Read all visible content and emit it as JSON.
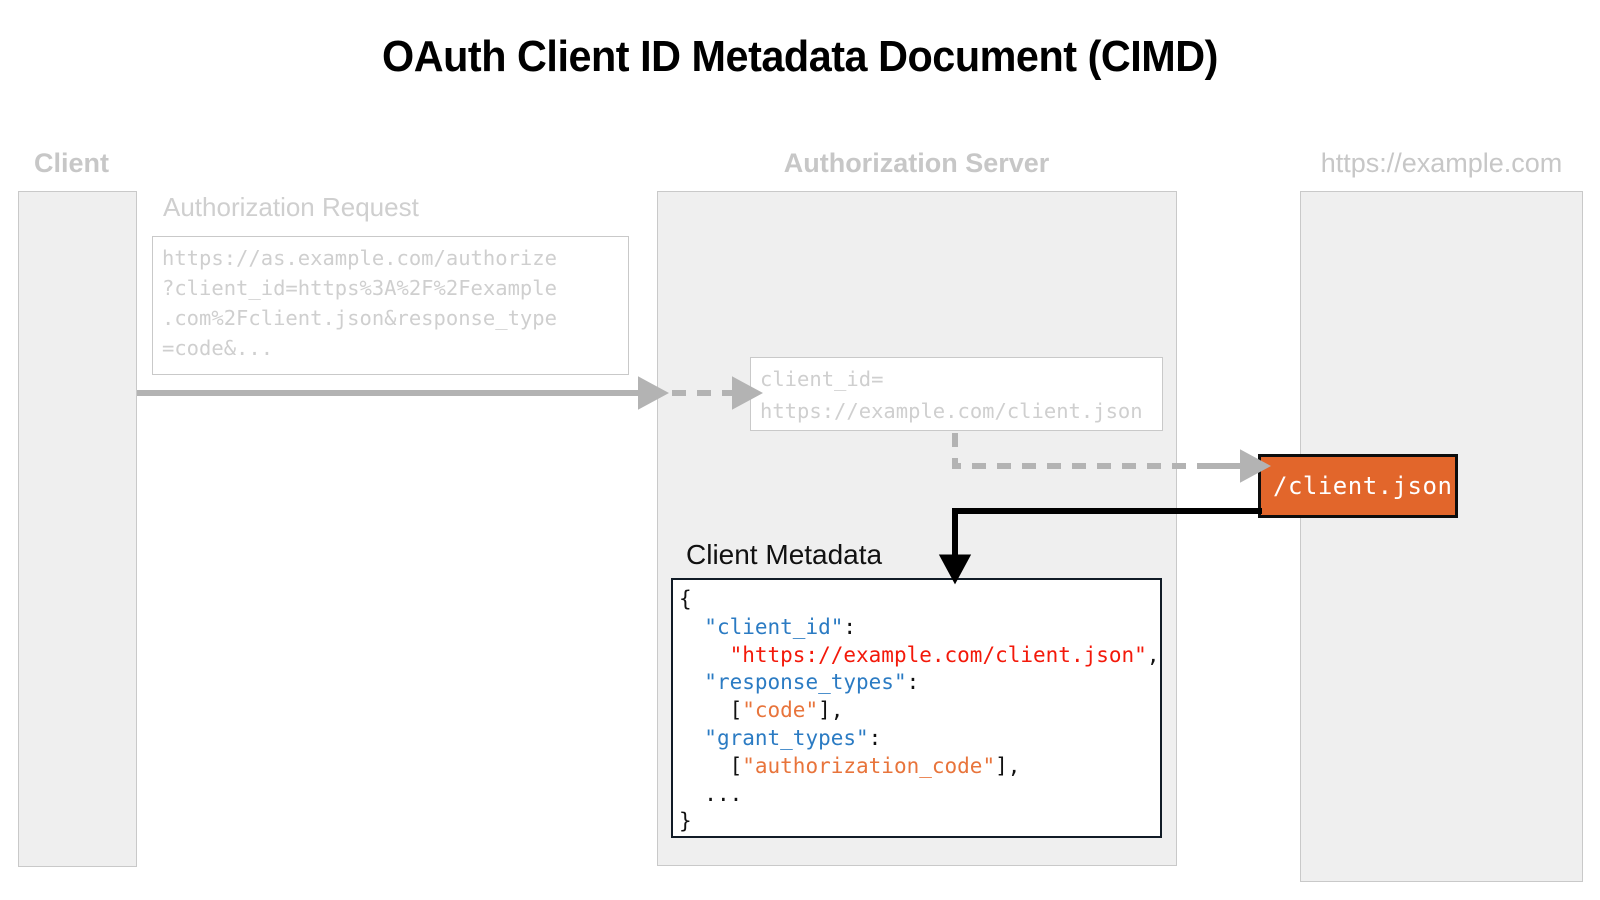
{
  "title": "OAuth Client ID Metadata Document (CIMD)",
  "lanes": {
    "client": {
      "header": "Client"
    },
    "authorization_server": {
      "header": "Authorization Server"
    },
    "website": {
      "header": "https://example.com"
    }
  },
  "authorization_request": {
    "label": "Authorization Request",
    "url_lines": "https://as.example.com/authorize\n?client_id=https%3A%2F%2Fexample\n.com%2Fclient.json&response_type\n=code&..."
  },
  "client_id_note": {
    "text": "client_id=\nhttps://example.com/client.json"
  },
  "client_metadata": {
    "label": "Client Metadata",
    "open_brace": "{",
    "close_brace": "}",
    "ellipsis": "...",
    "entries": [
      {
        "key": "\"client_id\"",
        "colon": ":",
        "value": "\"https://example.com/client.json\"",
        "trailing": ",",
        "value_color": "red",
        "bracket_open": "",
        "bracket_close": ""
      },
      {
        "key": "\"response_types\"",
        "colon": ":",
        "value": "\"code\"",
        "trailing": ",",
        "value_color": "orange",
        "bracket_open": "[",
        "bracket_close": "]"
      },
      {
        "key": "\"grant_types\"",
        "colon": ":",
        "value": "\"authorization_code\"",
        "trailing": ",",
        "value_color": "orange",
        "bracket_open": "[",
        "bracket_close": "]"
      }
    ]
  },
  "endpoint_box": {
    "label": "/client.json",
    "fill": "#e2662b",
    "text_color": "#ffffff",
    "border": "#0d0d0d"
  },
  "colors": {
    "lane_fill": "#efefef",
    "lane_border": "#c9c9c9",
    "muted_text": "#c7c7c7",
    "faint_text": "#cfcfcf",
    "arrow_gray": "#b3b3b3",
    "arrow_black": "#000000",
    "json_key": "#2b7bc3",
    "json_string_red": "#f3190a",
    "json_string_orange": "#e8743b"
  },
  "arrows": [
    {
      "name": "client-to-as-solid",
      "style": "solid",
      "color": "#b3b3b3"
    },
    {
      "name": "as-entry-dashed",
      "style": "dashed",
      "color": "#b3b3b3"
    },
    {
      "name": "as-to-endpoint-fetch",
      "style": "dashed-then-solid",
      "color": "#b3b3b3"
    },
    {
      "name": "endpoint-to-metadata",
      "style": "solid",
      "color": "#000000"
    }
  ]
}
